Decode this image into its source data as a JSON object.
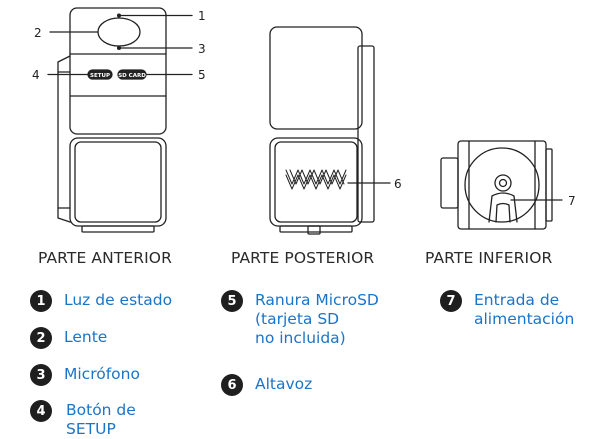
{
  "views": [
    {
      "id": "front",
      "caption": "PARTE ANTERIOR"
    },
    {
      "id": "back",
      "caption": "PARTE POSTERIOR"
    },
    {
      "id": "bottom",
      "caption": "PARTE INFERIOR"
    }
  ],
  "buttons": {
    "setup": "SETUP",
    "sdcard": "SD CARD"
  },
  "callouts": [
    "1",
    "2",
    "3",
    "4",
    "5",
    "6",
    "7"
  ],
  "legend": [
    {
      "number": "1",
      "label": "Luz de estado"
    },
    {
      "number": "2",
      "label": "Lente"
    },
    {
      "number": "3",
      "label": "Micrófono"
    },
    {
      "number": "4",
      "label": "Botón de\nSETUP"
    },
    {
      "number": "5",
      "label": "Ranura MicroSD\n(tarjeta SD\nno incluida)"
    },
    {
      "number": "6",
      "label": "Altavoz"
    },
    {
      "number": "7",
      "label": "Entrada de\nalimentación"
    }
  ],
  "colors": {
    "line": "#222222",
    "legend_text": "#1a74c9",
    "badge": "#1f1f1f"
  }
}
